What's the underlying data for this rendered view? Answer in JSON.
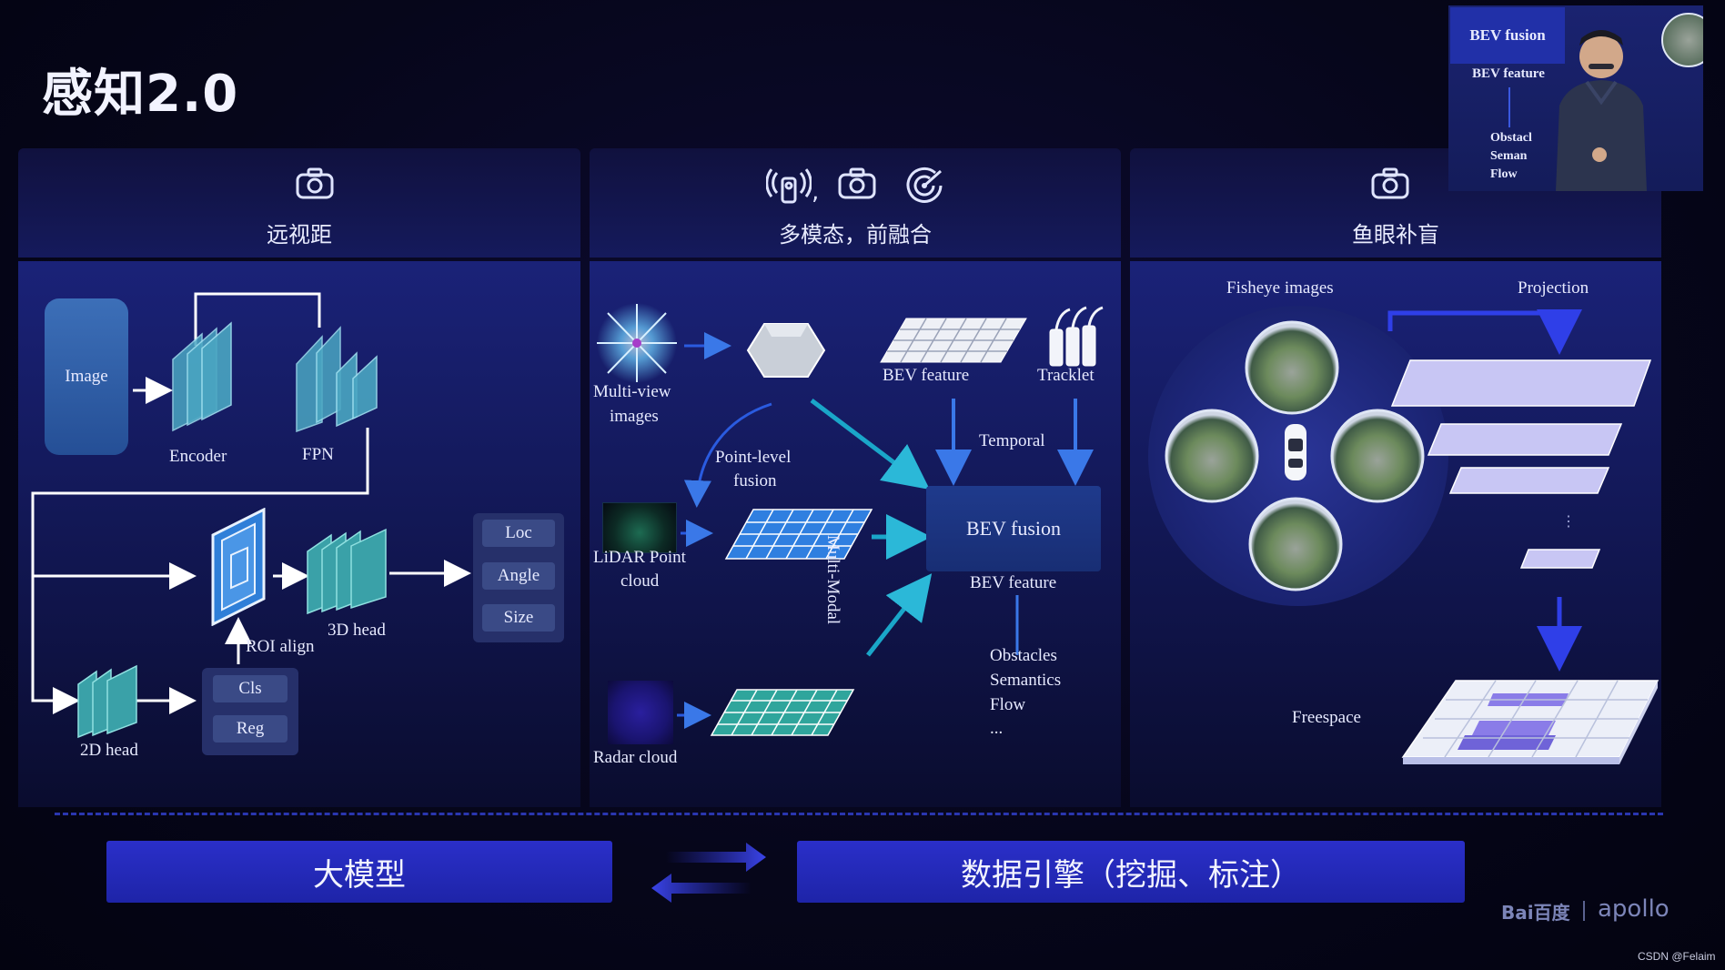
{
  "title": "感知2.0",
  "columns": {
    "left": {
      "label": "远视距",
      "icon": "camera-icon"
    },
    "middle": {
      "label": "多模态，前融合",
      "icons": [
        "sensor-icon",
        "camera-icon",
        "radar-icon"
      ]
    },
    "right": {
      "label": "鱼眼补盲",
      "icon": "camera-icon"
    }
  },
  "left_diagram": {
    "image": "Image",
    "encoder": "Encoder",
    "fpn": "FPN",
    "roi_align": "ROI align",
    "head_3d": "3D head",
    "head_2d": "2D head",
    "outputs_3d": [
      "Loc",
      "Angle",
      "Size"
    ],
    "outputs_2d": [
      "Cls",
      "Reg"
    ]
  },
  "middle_diagram": {
    "multiview_line1": "Multi-view",
    "multiview_line2": "images",
    "bev_feature_top": "BEV feature",
    "tracklet": "Tracklet",
    "point_fusion_line1": "Point-level",
    "point_fusion_line2": "fusion",
    "temporal": "Temporal",
    "lidar_line1": "LiDAR Point",
    "lidar_line2": "cloud",
    "multi_modal": "Multi-Modal",
    "bev_fusion": "BEV fusion",
    "bev_feature_bottom": "BEV feature",
    "radar": "Radar cloud",
    "outputs": [
      "Obstacles",
      "Semantics",
      "Flow",
      "..."
    ]
  },
  "right_diagram": {
    "fisheye": "Fisheye images",
    "projection": "Projection",
    "freespace": "Freespace"
  },
  "bottom": {
    "big_model": "大模型",
    "data_engine": "数据引擎（挖掘、标注）"
  },
  "inset": {
    "bev_fusion": "BEV fusion",
    "bev_feature": "BEV feature",
    "lines": [
      "Obstacl",
      "Seman",
      "Flow"
    ]
  },
  "logos": {
    "baidu": "Bai百度",
    "apollo": "apollo"
  },
  "watermark": "CSDN @Felaim",
  "colors": {
    "accent_blue": "#2a2fc9",
    "arrow_cyan": "#1aa6c9",
    "panel": "#151a5c"
  }
}
